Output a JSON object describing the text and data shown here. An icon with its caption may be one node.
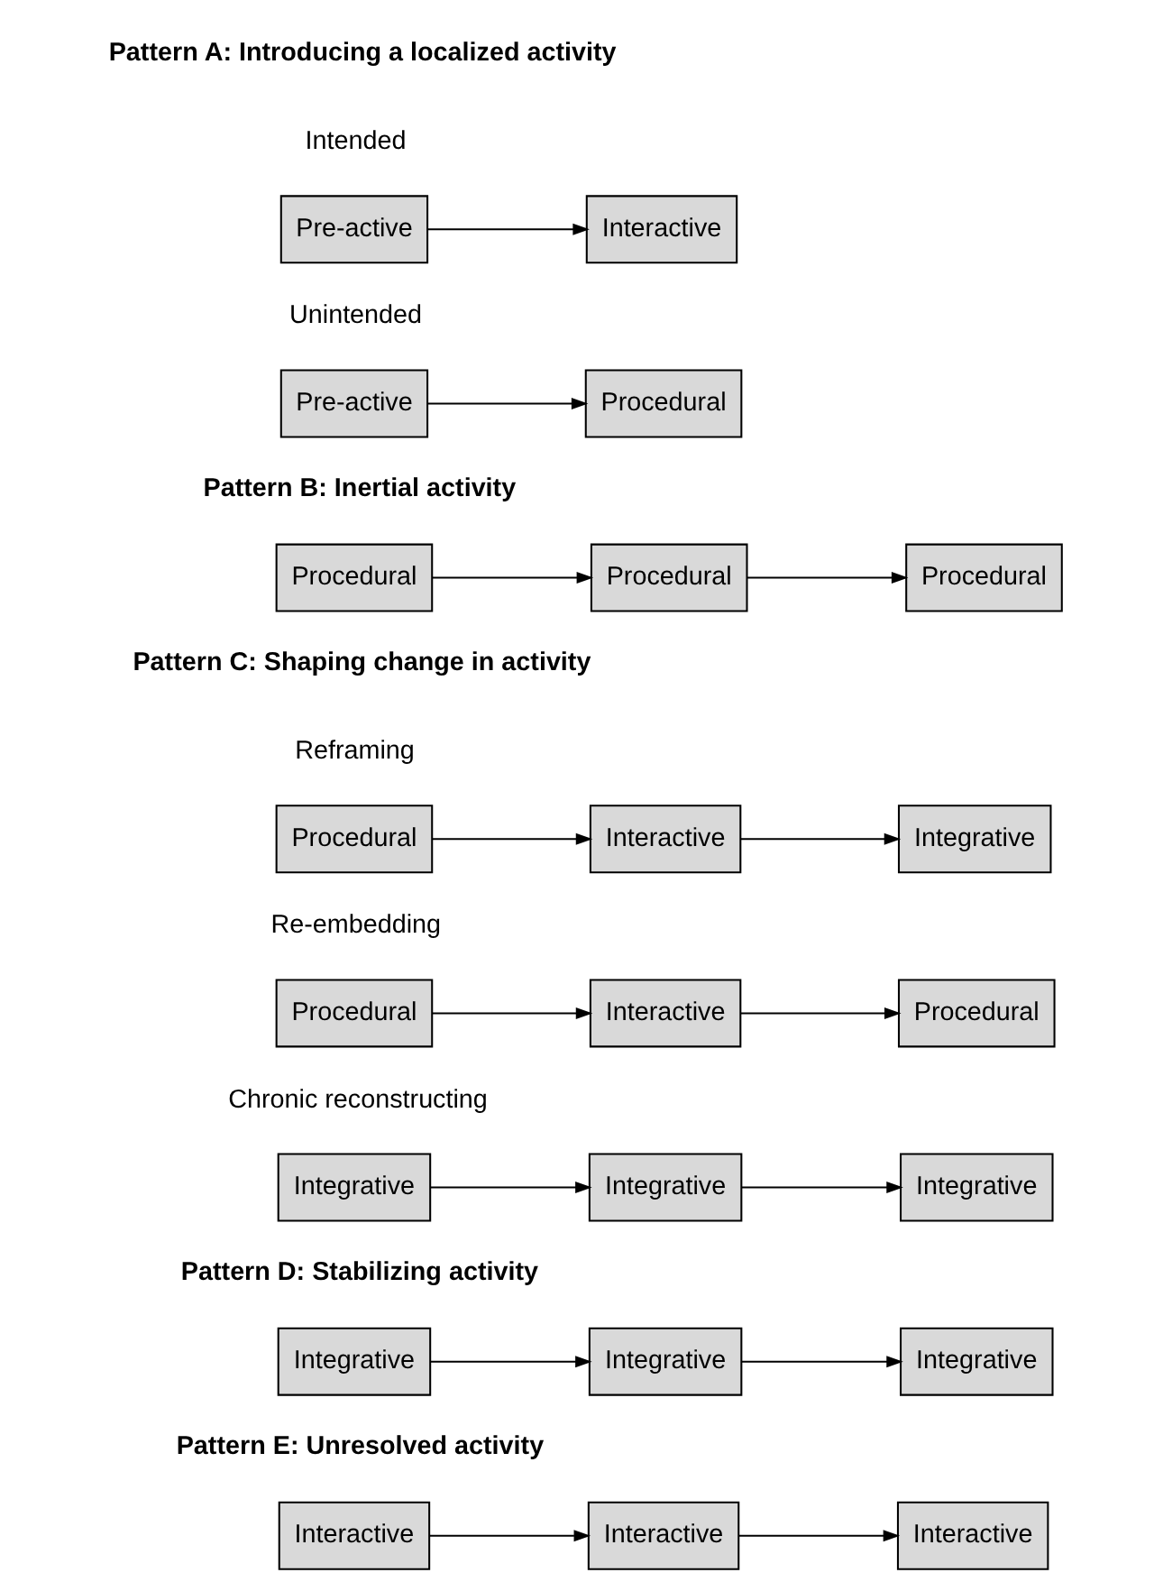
{
  "diagram": {
    "nodes": [
      {
        "text": [
          "Pre-active"
        ]
      },
      {
        "text": [
          "Interactive"
        ]
      },
      {
        "text": [
          "Pre-active"
        ]
      },
      {
        "text": [
          "Procedural"
        ]
      },
      {
        "text": [
          "Procedural"
        ]
      },
      {
        "text": [
          "Procedural"
        ]
      },
      {
        "text": [
          "Procedural"
        ]
      },
      {
        "text": [
          "Procedural"
        ]
      },
      {
        "text": [
          "Interactive"
        ]
      },
      {
        "text": [
          "Integrative"
        ]
      },
      {
        "text": [
          "Procedural"
        ]
      },
      {
        "text": [
          "Interactive"
        ]
      },
      {
        "text": [
          "Procedural"
        ]
      },
      {
        "text": [
          "Integrative"
        ]
      },
      {
        "text": [
          "Integrative"
        ]
      },
      {
        "text": [
          "Integrative"
        ]
      },
      {
        "text": [
          "Integrative"
        ]
      },
      {
        "text": [
          "Integrative"
        ]
      },
      {
        "text": [
          "Integrative"
        ]
      },
      {
        "text": [
          "Interactive"
        ]
      },
      {
        "text": [
          "Interactive"
        ]
      },
      {
        "text": [
          "Interactive"
        ]
      }
    ],
    "edges": [
      {
        "from": 0,
        "to": 1,
        "arrow": "to"
      },
      {
        "from": 2,
        "to": 3,
        "arrow": "to"
      },
      {
        "from": 4,
        "to": 5,
        "arrow": "to"
      },
      {
        "from": 5,
        "to": 6,
        "arrow": "to"
      },
      {
        "from": 7,
        "to": 8,
        "arrow": "to"
      },
      {
        "from": 8,
        "to": 9,
        "arrow": "to"
      },
      {
        "from": 10,
        "to": 11,
        "arrow": "to"
      },
      {
        "from": 11,
        "to": 12,
        "arrow": "to"
      },
      {
        "from": 13,
        "to": 14,
        "arrow": "to"
      },
      {
        "from": 14,
        "to": 15,
        "arrow": "to"
      },
      {
        "from": 16,
        "to": 17,
        "arrow": "to"
      },
      {
        "from": 17,
        "to": 18,
        "arrow": "to"
      },
      {
        "from": 19,
        "to": 20,
        "arrow": "to"
      },
      {
        "from": 20,
        "to": 21,
        "arrow": "to"
      }
    ],
    "labels": [
      "Pattern A: Introducing a localized activity",
      "Intended",
      "Unintended",
      "Pattern B: Inertial activity",
      "Pattern C: Shaping change in activity",
      "Reframing",
      "Re-embedding",
      "Chronic reconstructing",
      "Pattern D: Stabilizing activity",
      "Pattern E: Unresolved activity"
    ]
  }
}
